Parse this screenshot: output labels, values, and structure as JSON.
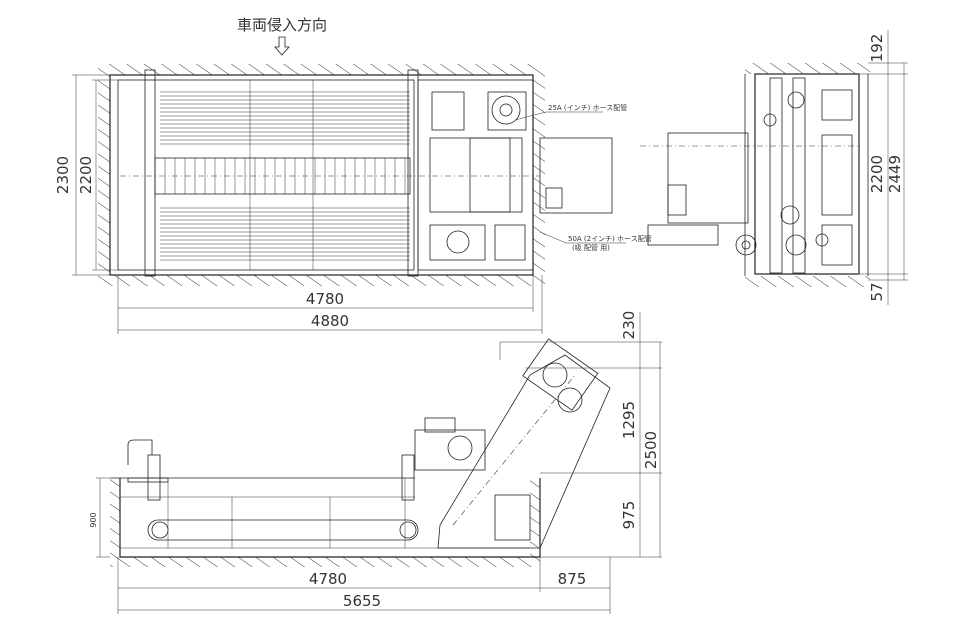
{
  "title": "車両侵入方向",
  "plan_view": {
    "height_outer": "2300",
    "height_inner": "2200",
    "width_inner": "4780",
    "width_outer": "4880",
    "note_hose_25": "25A (インチ) ホース配管",
    "note_hose_50": "50A (2インチ) ホース配管",
    "note_hose_50_sub": "(吸 配管 用)"
  },
  "side_view": {
    "top_offset": "192",
    "height_inner": "2200",
    "height_total": "2449",
    "bottom_offset": "57"
  },
  "elevation_view": {
    "pit_depth": "900",
    "top_gap": "230",
    "upper_height": "1295",
    "total_height": "2500",
    "lower_height": "975",
    "length_main": "4780",
    "length_ext": "875",
    "length_total": "5655"
  }
}
